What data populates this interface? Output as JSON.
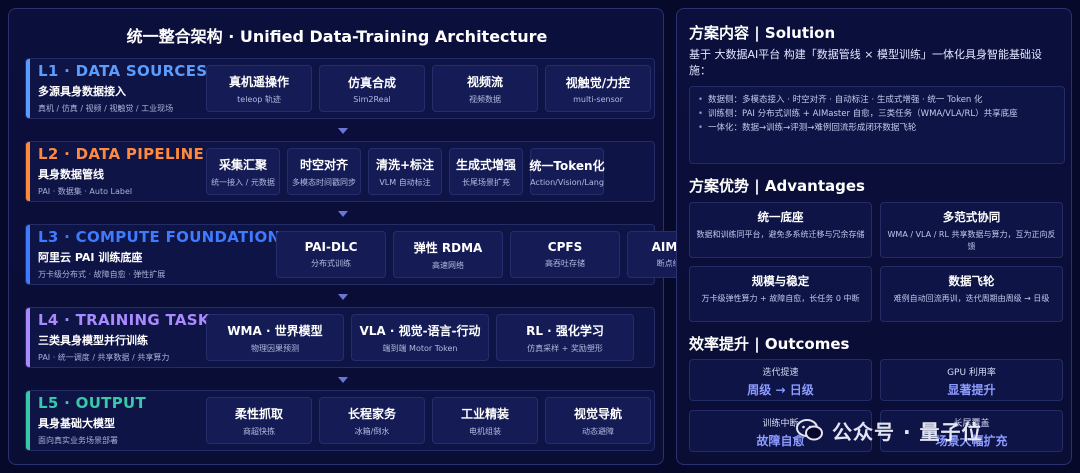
{
  "left": {
    "title": "统一整合架构 · Unified Data-Training Architecture",
    "layers": [
      {
        "title": "L1 · DATA SOURCES",
        "subtitle": "多源具身数据接入",
        "desc": "真机 / 仿真 / 视频 / 视触觉 / 工业现场",
        "color": "#5b9dff",
        "cards": [
          {
            "title": "真机遥操作",
            "sub": "teleop 轨迹"
          },
          {
            "title": "仿真合成",
            "sub": "Sim2Real"
          },
          {
            "title": "视频流",
            "sub": "视频数据"
          },
          {
            "title": "视触觉/力控",
            "sub": "multi-sensor"
          }
        ]
      },
      {
        "title": "L2 · DATA PIPELINE",
        "subtitle": "具身数据管线",
        "desc": "PAI · 数据集 · Auto Label",
        "color": "#ff8a3d",
        "cards": [
          {
            "title": "采集汇聚",
            "sub": "统一接入 / 元数据"
          },
          {
            "title": "时空对齐",
            "sub": "多模态时间戳同步"
          },
          {
            "title": "清洗+标注",
            "sub": "VLM 自动标注"
          },
          {
            "title": "生成式增强",
            "sub": "长尾场景扩充"
          },
          {
            "title": "统一Token化",
            "sub": "Action/Vision/Lang"
          }
        ]
      },
      {
        "title": "L3 · COMPUTE FOUNDATION",
        "subtitle": "阿里云 PAI 训练底座",
        "desc": "万卡级分布式 · 故障自愈 · 弹性扩展",
        "color": "#3f7bff",
        "cards": [
          {
            "title": "PAI-DLC",
            "sub": "分布式训练"
          },
          {
            "title": "弹性 RDMA",
            "sub": "高速网络"
          },
          {
            "title": "CPFS",
            "sub": "高吞吐存储"
          },
          {
            "title": "AIMaster",
            "sub": "断点续训/自愈"
          }
        ]
      },
      {
        "title": "L4 · TRAINING TASKS",
        "subtitle": "三类具身模型并行训练",
        "desc": "PAI · 统一调度 / 共享数据 / 共享算力",
        "color": "#a98bff",
        "cards": [
          {
            "title": "WMA · 世界模型",
            "sub": "物理因果预测"
          },
          {
            "title": "VLA · 视觉-语言-行动",
            "sub": "端到端 Motor Token"
          },
          {
            "title": "RL · 强化学习",
            "sub": "仿真采样 + 奖励塑形"
          }
        ]
      },
      {
        "title": "L5 · OUTPUT",
        "subtitle": "具身基础大模型",
        "desc": "面向真实业务场景部署",
        "color": "#37c9a8",
        "cards": [
          {
            "title": "柔性抓取",
            "sub": "商超快拣"
          },
          {
            "title": "长程家务",
            "sub": "冰箱/倒水"
          },
          {
            "title": "工业精装",
            "sub": "电机组装"
          },
          {
            "title": "视觉导航",
            "sub": "动态避障"
          }
        ]
      }
    ]
  },
  "solution": {
    "title": "方案内容 | Solution",
    "desc": "基于 大数据AI平台 构建「数据管线 × 模型训练」一体化具身智能基础设施：",
    "bullets": [
      "数据侧：多模态接入 · 时空对齐 · 自动标注 · 生成式增强 · 统一 Token 化",
      "训练侧：PAI 分布式训练 + AIMaster 自愈，三类任务（WMA/VLA/RL）共享底座",
      "一体化：数据→训练→评测→难例回流形成闭环数据飞轮"
    ]
  },
  "advantages": {
    "title": "方案优势 | Advantages",
    "items": [
      {
        "title": "统一底座",
        "desc": "数据和训练同平台，避免多系统迁移与冗余存储"
      },
      {
        "title": "多范式协同",
        "desc": "WMA / VLA / RL 共享数据与算力，互为正向反馈"
      },
      {
        "title": "规模与稳定",
        "desc": "万卡级弹性算力 + 故障自愈，长任务 0 中断"
      },
      {
        "title": "数据飞轮",
        "desc": "难例自动回流再训，迭代周期由周级 → 日级"
      }
    ]
  },
  "outcomes": {
    "title": "效率提升 | Outcomes",
    "items": [
      {
        "label": "迭代提速",
        "value": "周级 → 日级"
      },
      {
        "label": "GPU 利用率",
        "value": "显著提升"
      },
      {
        "label": "训练中断",
        "value": "故障自愈"
      },
      {
        "label": "长尾覆盖",
        "value": "场景大幅扩充"
      }
    ]
  },
  "watermark": {
    "text": "公众号 · 量子位",
    "icon": "wechat-icon"
  }
}
